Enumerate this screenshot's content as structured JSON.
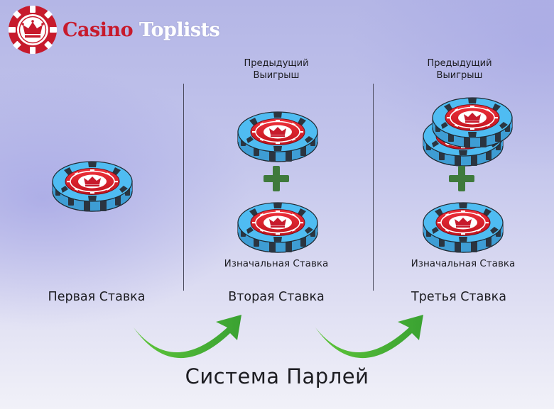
{
  "brand": {
    "name_part1": "Casino",
    "name_part2": "Toplists",
    "colors": {
      "red": "#c71a2c",
      "white": "#ffffff"
    }
  },
  "columns": [
    {
      "stake_label": "Первая Ставка",
      "top_label": "",
      "bottom_label": "",
      "chips": [
        "single-chip"
      ]
    },
    {
      "stake_label": "Вторая Ставка",
      "top_label_line1": "Предыдущий",
      "top_label_line2": "Выигрыш",
      "bottom_label": "Изначальная Ставка",
      "chips": [
        "previous-win-chip",
        "initial-stake-chip"
      ]
    },
    {
      "stake_label": "Третья Ставка",
      "top_label_line1": "Предыдущий",
      "top_label_line2": "Выигрыш",
      "bottom_label": "Изначальная Ставка",
      "chips": [
        "previous-win-chip-stack",
        "initial-stake-chip"
      ]
    }
  ],
  "title": "Система Парлей",
  "icons": {
    "chip": "poker-chip-icon",
    "plus": "plus-icon",
    "arrow": "curved-arrow-icon",
    "logo": "casino-chip-crown-logo"
  },
  "colors": {
    "chip_blue": "#47b6ef",
    "chip_red": "#e52330",
    "plus_green": "#3f7a3c",
    "arrow_green": "#5fc63a",
    "text": "#1d1d22"
  }
}
